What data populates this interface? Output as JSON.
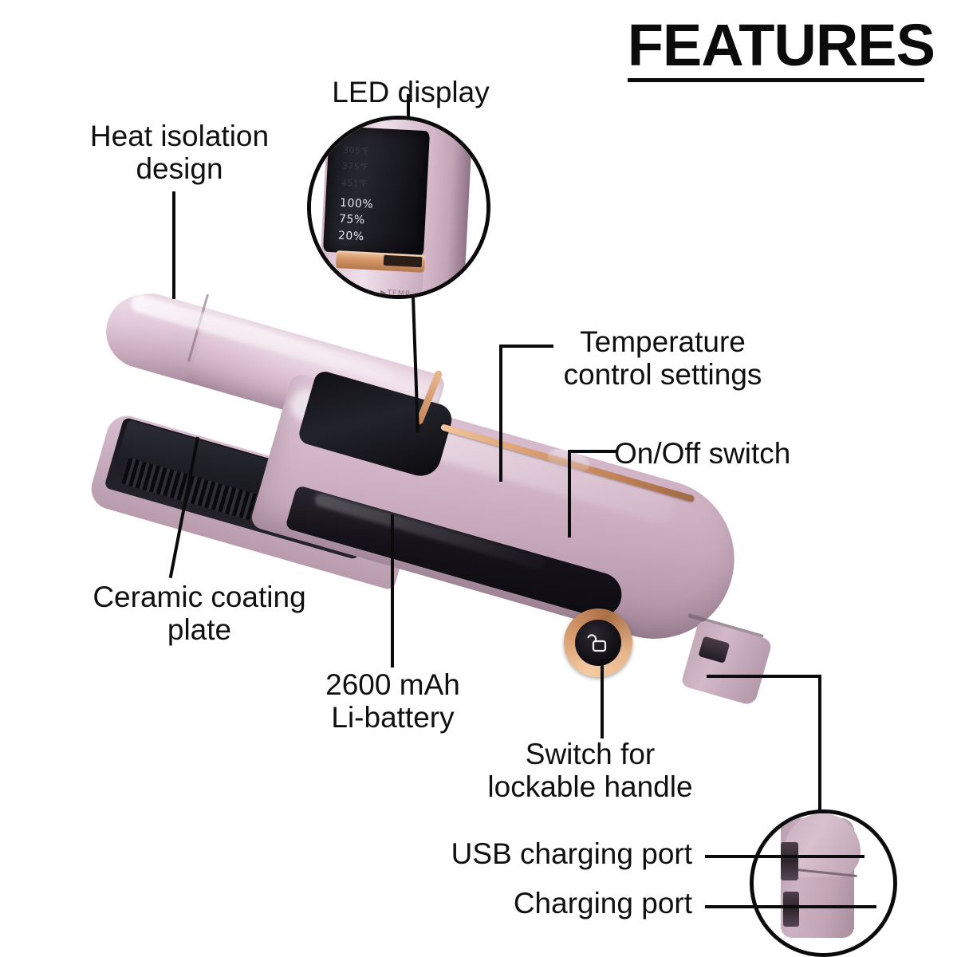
{
  "header": {
    "title": "FEATURES"
  },
  "callouts": {
    "led_display": "LED display",
    "heat_isolation": "Heat isolation\ndesign",
    "temperature_control": "Temperature\ncontrol settings",
    "on_off_switch": "On/Off switch",
    "ceramic_plate": "Ceramic coating\nplate",
    "battery": "2600 mAh\nLi-battery",
    "lockable_handle": "Switch for\nlockable handle",
    "usb_charging_port": "USB charging port",
    "charging_port": "Charging port"
  },
  "led_screen": {
    "temperature_levels": [
      "305℉",
      "375℉",
      "451℉"
    ],
    "battery_levels": [
      "100%",
      "75%",
      "20%"
    ],
    "temp_button_label": "▶TEMP"
  },
  "icons": {
    "lock": "open-padlock-icon"
  },
  "colors": {
    "background": "#ffffff",
    "text": "#101010",
    "title": "#0b0b0b",
    "leader_line": "#0b0b0b",
    "body_mauve_light": "#e3cbdb",
    "body_mauve_mid": "#c7a8bb",
    "body_mauve_dark": "#9c8094",
    "rose_gold": "#d79a6d",
    "panel_black": "#121217",
    "led_text": "#e9e6ef"
  }
}
